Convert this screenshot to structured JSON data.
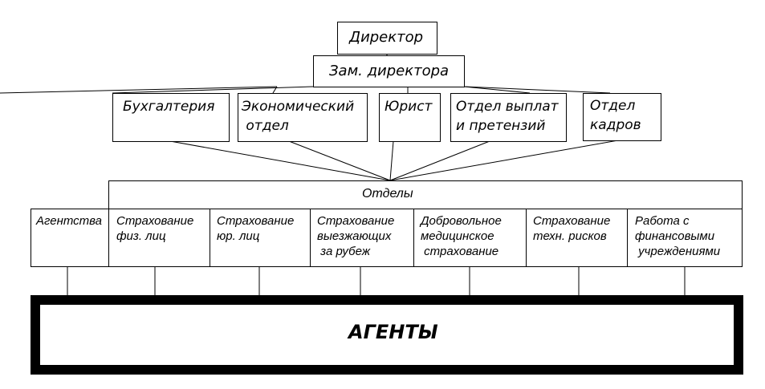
{
  "director": "Директор",
  "deputy": "Зам. директора",
  "services": [
    {
      "label": "Бухгалтерия"
    },
    {
      "label": "Экономический\n отдел"
    },
    {
      "label": "Юрист"
    },
    {
      "label": "Отдел выплат\nи претензий"
    },
    {
      "label": "Отдел\nкадров"
    }
  ],
  "departments_header": "Отделы",
  "departments": [
    {
      "label": "Агентства"
    },
    {
      "label": "Страхование\nфиз. лиц"
    },
    {
      "label": "Страхование\nюр. лиц"
    },
    {
      "label": "Страхование\nвыезжающих\n за рубеж"
    },
    {
      "label": "Добровольное\nмедицинское\n страхование"
    },
    {
      "label": "Страхование\nтехн. рисков"
    },
    {
      "label": "Работа с\nфинансовыми\n учреждениями"
    }
  ],
  "agents": "АГЕНТЫ"
}
